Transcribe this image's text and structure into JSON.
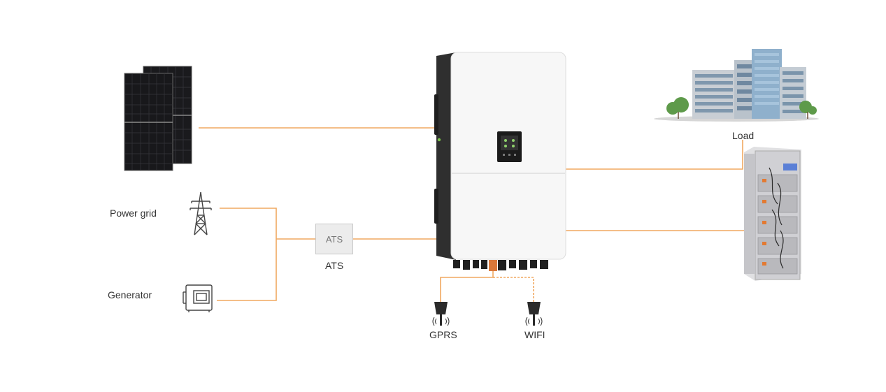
{
  "labels": {
    "power_grid": "Power grid",
    "generator": "Generator",
    "ats_box": "ATS",
    "ats_caption": "ATS",
    "load": "Load",
    "gprs": "GPRS",
    "wifi": "WIFI"
  },
  "colors": {
    "wire": "#f0a860",
    "inverter_body": "#f7f7f7",
    "inverter_side": "#2f2f2f",
    "ats_box": "#ececec"
  },
  "icons": [
    "solar-panel-icon",
    "transmission-tower-icon",
    "generator-icon",
    "inverter-image",
    "office-building-icon",
    "battery-rack-icon",
    "gprs-dongle-icon",
    "wifi-dongle-icon"
  ]
}
